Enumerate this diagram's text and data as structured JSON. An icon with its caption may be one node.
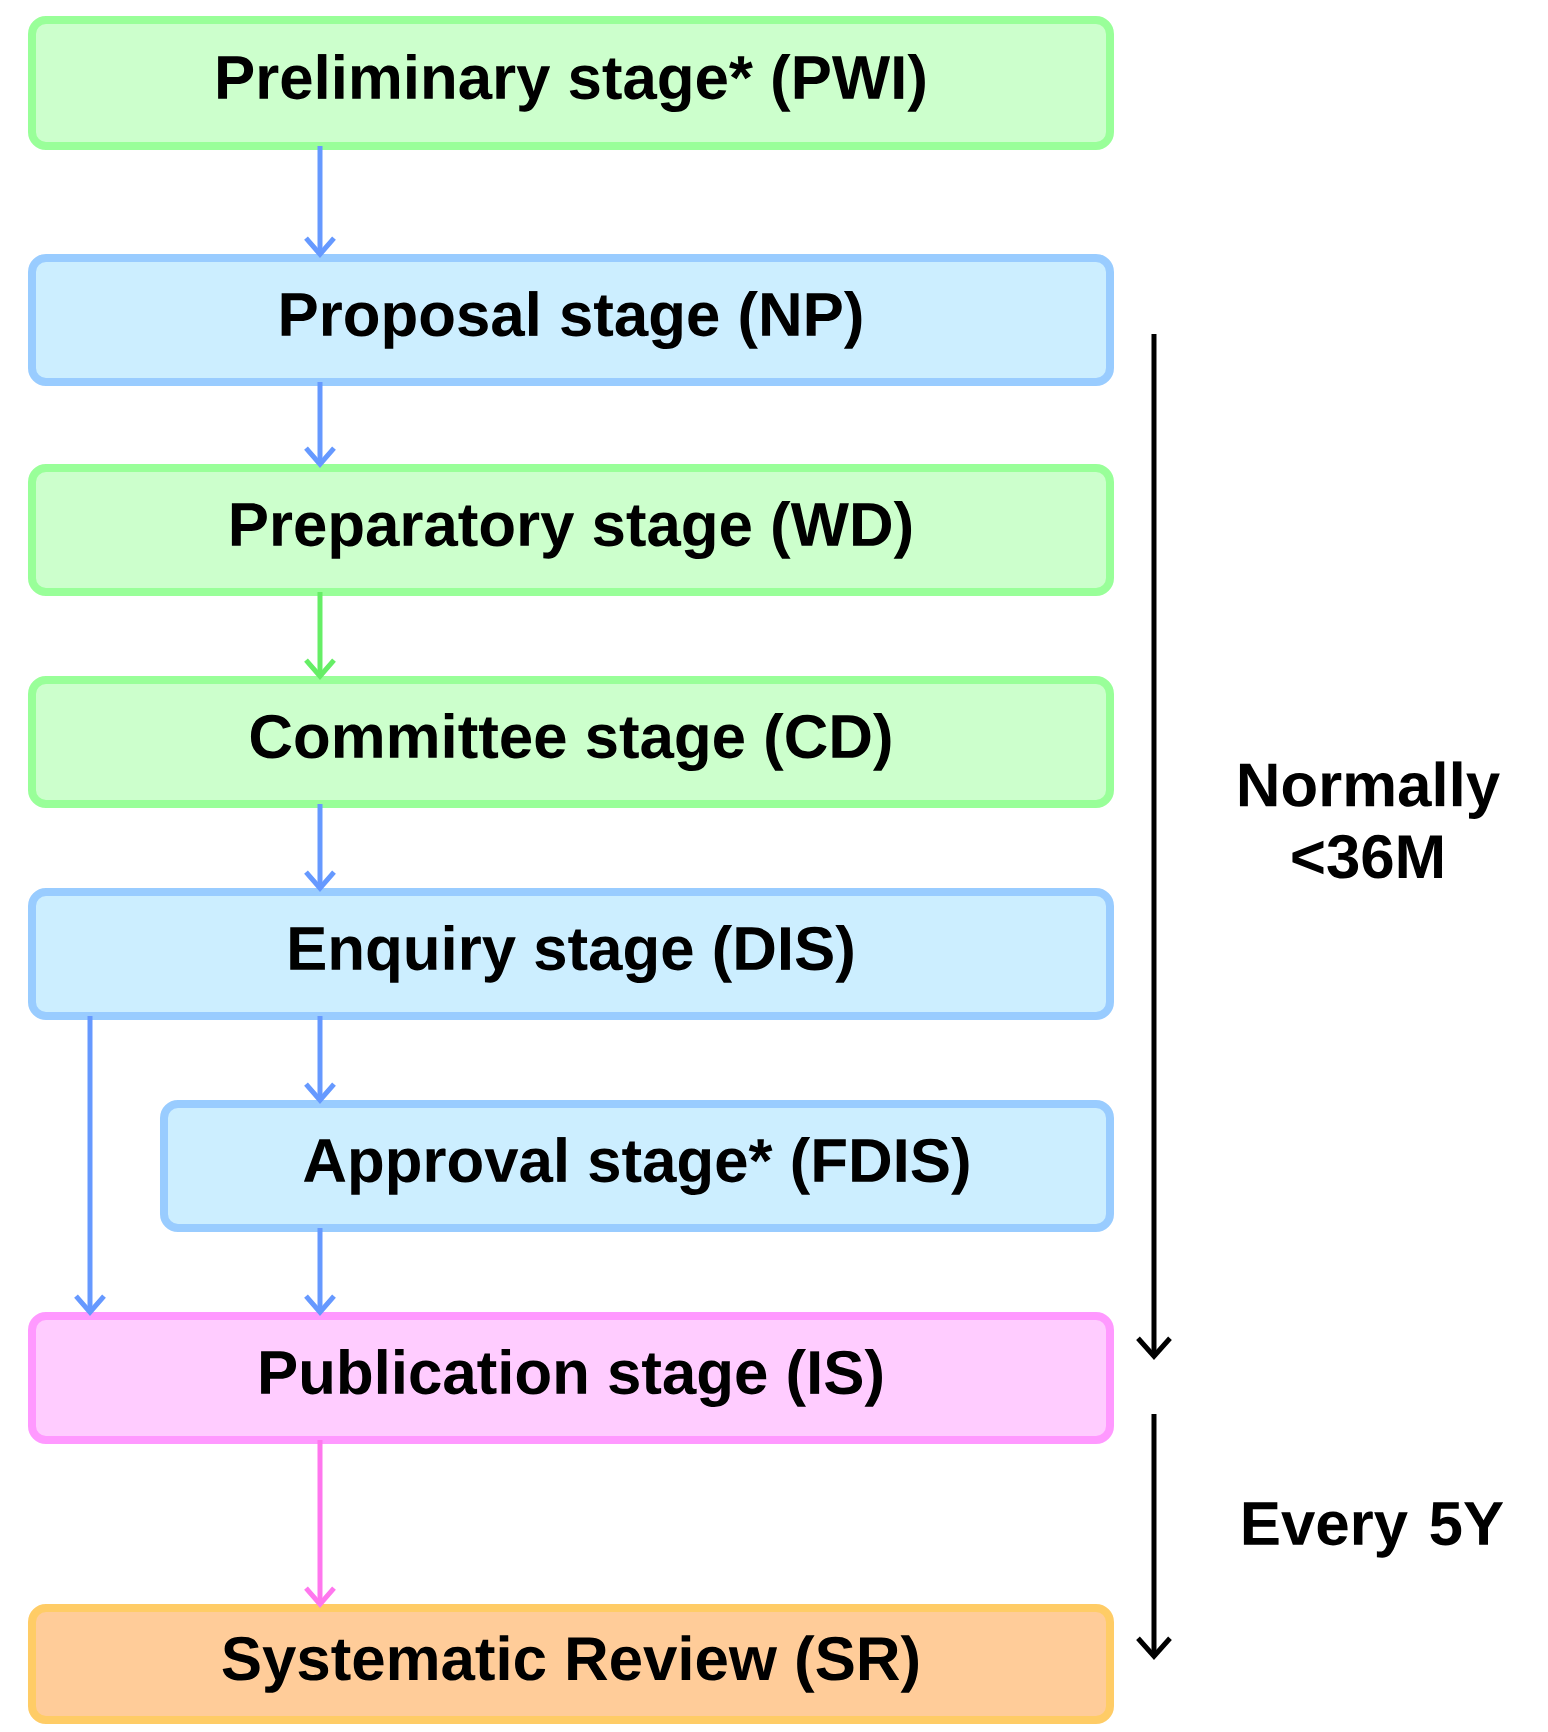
{
  "diagram": {
    "nodes": [
      {
        "text": [
          "Preliminary stage* (PWI)"
        ]
      },
      {
        "text": [
          "Proposal stage (NP)"
        ]
      },
      {
        "text": [
          "Preparatory stage (WD)"
        ]
      },
      {
        "text": [
          "Committee stage (CD)"
        ]
      },
      {
        "text": [
          "Enquiry stage (DIS)"
        ]
      },
      {
        "text": [
          "Approval stage* (FDIS)"
        ]
      },
      {
        "text": [
          "Publication stage (IS)"
        ]
      },
      {
        "text": [
          "Systematic Review (SR)"
        ]
      }
    ],
    "edges": [
      {
        "from": 0,
        "to": 1,
        "arrow": "to"
      },
      {
        "from": 1,
        "to": 2,
        "arrow": "to"
      },
      {
        "from": 2,
        "to": 3,
        "arrow": "to",
        "color": "#66ee66"
      },
      {
        "from": 3,
        "to": 4,
        "arrow": "to"
      },
      {
        "from": 4,
        "to": 5,
        "arrow": "to"
      },
      {
        "from": 4,
        "to": 6,
        "arrow": "to"
      },
      {
        "from": 5,
        "to": 6,
        "arrow": "to"
      },
      {
        "from": 6,
        "to": 7,
        "arrow": "to",
        "color": "#ff77ee"
      }
    ],
    "labels": [
      "Normally <36M",
      "Every 5Y"
    ]
  }
}
